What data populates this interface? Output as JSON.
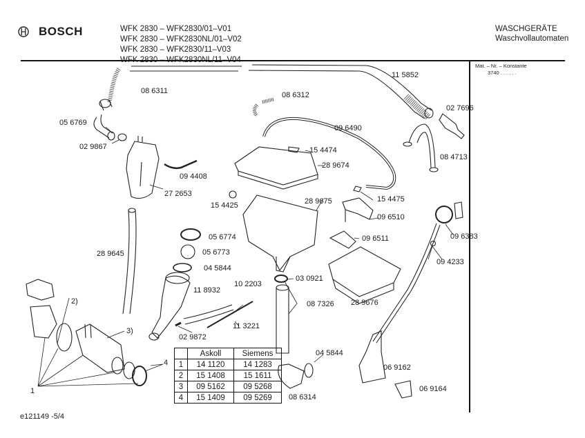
{
  "header": {
    "brand": "BOSCH",
    "brand_logo_icon": "bosch-armature-icon",
    "models": [
      "WFK 2830 – WFK2830/01–V01",
      "WFK 2830 – WFK2830NL/01–V02",
      "WFK 2830 – WFK2830/11–V03",
      "WFK 2830 – WFK2830NL/11–V04"
    ],
    "category": "WASCHGERÄTE",
    "subcategory": "Waschvollautomaten"
  },
  "side_panel": {
    "label": "Mat. – Nr. – Konstante",
    "value": "3740 . . . . . ."
  },
  "part_labels": [
    {
      "id": "086311",
      "text": "08 6311"
    },
    {
      "id": "115852",
      "text": "11 5852"
    },
    {
      "id": "086312",
      "text": "08 6312"
    },
    {
      "id": "027696",
      "text": "02 7696"
    },
    {
      "id": "056769",
      "text": "05 6769"
    },
    {
      "id": "096490",
      "text": "09 6490"
    },
    {
      "id": "029867",
      "text": "02 9867"
    },
    {
      "id": "154474",
      "text": "15 4474"
    },
    {
      "id": "289674",
      "text": "28 9674"
    },
    {
      "id": "084713",
      "text": "08 4713"
    },
    {
      "id": "094408",
      "text": "09 4408"
    },
    {
      "id": "272653",
      "text": "27 2653"
    },
    {
      "id": "154425",
      "text": "15 4425"
    },
    {
      "id": "289675",
      "text": "28 9675"
    },
    {
      "id": "154475",
      "text": "15 4475"
    },
    {
      "id": "096510",
      "text": "09 6510"
    },
    {
      "id": "056774",
      "text": "05 6774"
    },
    {
      "id": "096511",
      "text": "09 6511"
    },
    {
      "id": "096383",
      "text": "09 6383"
    },
    {
      "id": "289645",
      "text": "28 9645"
    },
    {
      "id": "056773",
      "text": "05 6773"
    },
    {
      "id": "094233",
      "text": "09 4233"
    },
    {
      "id": "045844a",
      "text": "04 5844"
    },
    {
      "id": "030921",
      "text": "03 0921"
    },
    {
      "id": "118932",
      "text": "11 8932"
    },
    {
      "id": "102203",
      "text": "10 2203"
    },
    {
      "id": "087326",
      "text": "08 7326"
    },
    {
      "id": "289676",
      "text": "28 9676"
    },
    {
      "id": "113221",
      "text": "11 3221"
    },
    {
      "id": "029872",
      "text": "02 9872"
    },
    {
      "id": "045844b",
      "text": "04 5844"
    },
    {
      "id": "069162",
      "text": "06 9162"
    },
    {
      "id": "069164",
      "text": "06 9164"
    },
    {
      "id": "086314",
      "text": "08 6314"
    },
    {
      "id": "ref2",
      "text": "2)"
    },
    {
      "id": "ref3",
      "text": "3)"
    },
    {
      "id": "ref4",
      "text": "4"
    },
    {
      "id": "ref1",
      "text": "1"
    }
  ],
  "pump_table": {
    "headers": [
      "",
      "Askoll",
      "Siemens"
    ],
    "rows": [
      [
        "1",
        "14 1120",
        "14 1283"
      ],
      [
        "2",
        "15 1408",
        "15 1611"
      ],
      [
        "3",
        "09 5162",
        "09 5268"
      ],
      [
        "4",
        "15 1409",
        "09 5269"
      ]
    ]
  },
  "footer": {
    "drawing_id": "e121149 -5/4"
  }
}
